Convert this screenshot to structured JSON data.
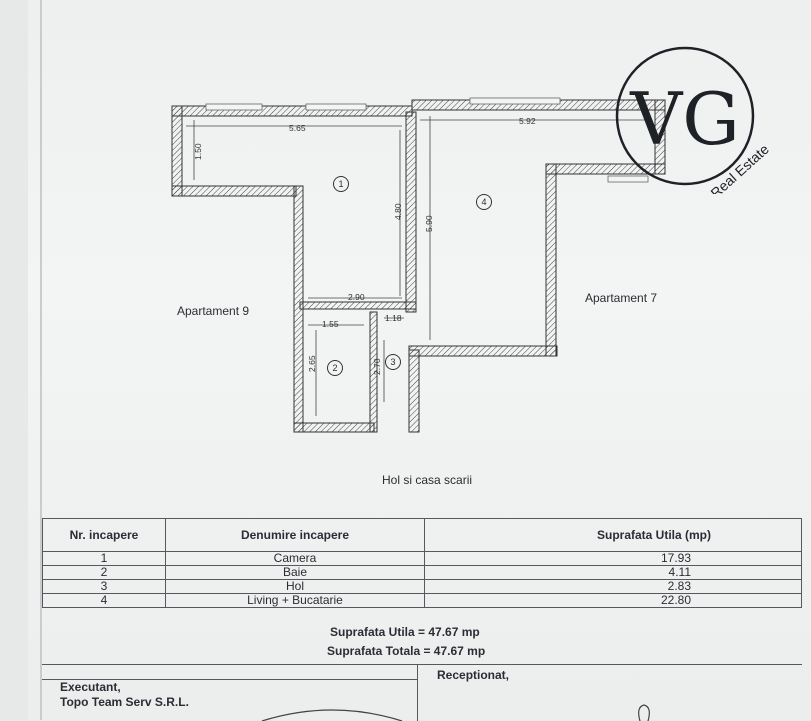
{
  "rooms": {
    "r1": "1",
    "r2": "2",
    "r3": "3",
    "r4": "4"
  },
  "dimensions": {
    "d565": "5.65",
    "d592": "5.92",
    "d150": "1.50",
    "d480": "4.80",
    "d590": "5.90",
    "d290": "2.90",
    "d155": "1.55",
    "d118": "1.18",
    "d265": "2.65",
    "d270": "2.70"
  },
  "labels": {
    "apt9": "Apartament 9",
    "apt7": "Apartament 7",
    "hol": "Hol si casa scarii"
  },
  "logo": {
    "letters": "VG",
    "tagline": "Real Estate"
  },
  "table": {
    "headers": {
      "nr": "Nr. incapere",
      "name": "Denumire incapere",
      "area": "Suprafata Utila (mp)"
    },
    "rows": [
      {
        "nr": "1",
        "name": "Camera",
        "area": "17.93"
      },
      {
        "nr": "2",
        "name": "Baie",
        "area": "4.11"
      },
      {
        "nr": "3",
        "name": "Hol",
        "area": "2.83"
      },
      {
        "nr": "4",
        "name": "Living + Bucatarie",
        "area": "22.80"
      }
    ]
  },
  "totals": {
    "utila": "Suprafata Utila = 47.67 mp",
    "totala": "Suprafata Totala = 47.67 mp"
  },
  "footer": {
    "executant": "Executant,",
    "company": "Topo Team Serv S.R.L.",
    "receptionat": "Receptionat,"
  }
}
